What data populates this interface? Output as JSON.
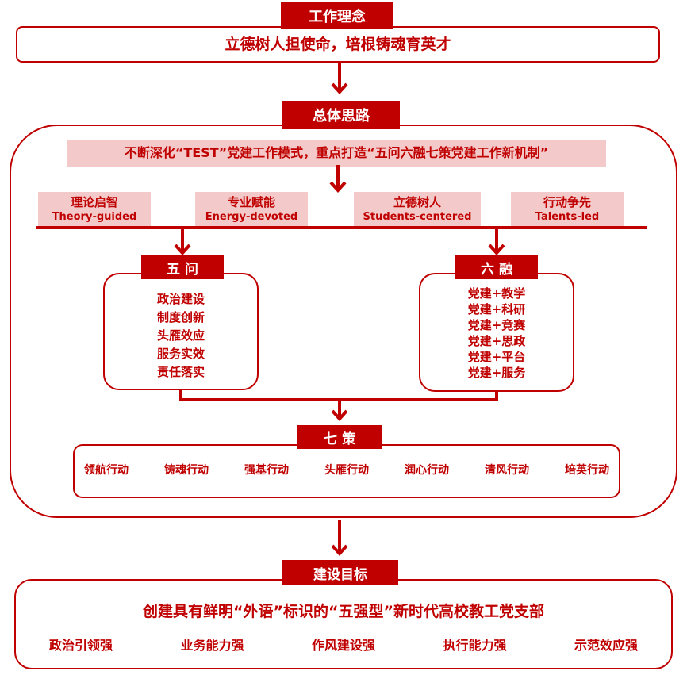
{
  "work_concept": {
    "label": "工作理念",
    "text": "立德树人担使命，培根铸魂育英才"
  },
  "overall_approach": {
    "label": "总体思路",
    "headline": "不断深化“TEST”党建工作模式，重点打造“五问六融七策党建工作新机制”",
    "pillars": [
      {
        "cn": "理论启智",
        "en": "Theory-guided"
      },
      {
        "cn": "专业赋能",
        "en": "Energy-devoted"
      },
      {
        "cn": "立德树人",
        "en": "Students-centered"
      },
      {
        "cn": "行动争先",
        "en": "Talents-led"
      }
    ]
  },
  "five_questions": {
    "label": "五 问",
    "items": [
      "政治建设",
      "制度创新",
      "头雁效应",
      "服务实效",
      "责任落实"
    ]
  },
  "six_integrations": {
    "label": "六 融",
    "items": [
      "党建+教学",
      "党建+科研",
      "党建+竞赛",
      "党建+思政",
      "党建+平台",
      "党建+服务"
    ]
  },
  "seven_strategies": {
    "label": "七 策",
    "items": [
      "领航行动",
      "铸魂行动",
      "强基行动",
      "头雁行动",
      "润心行动",
      "清风行动",
      "培英行动"
    ]
  },
  "goal": {
    "label": "建设目标",
    "headline": "创建具有鲜明“外语”标识的“五强型”新时代高校教工党支部",
    "items": [
      "政治引领强",
      "业务能力强",
      "作风建设强",
      "执行能力强",
      "示范效应强"
    ]
  },
  "colors": {
    "accent": "#c00000",
    "pink": "#f3c9c9"
  }
}
